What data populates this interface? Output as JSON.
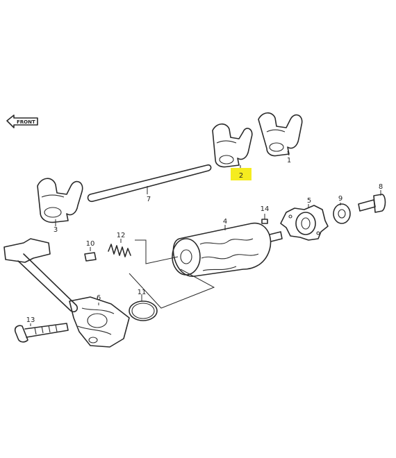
{
  "diagram": {
    "front_label": "FRONT",
    "highlight_color": "#f5ec1f",
    "parts": [
      {
        "id": "1",
        "label": "1"
      },
      {
        "id": "2",
        "label": "2"
      },
      {
        "id": "3",
        "label": "3"
      },
      {
        "id": "4",
        "label": "4"
      },
      {
        "id": "5",
        "label": "5"
      },
      {
        "id": "6",
        "label": "6"
      },
      {
        "id": "7",
        "label": "7"
      },
      {
        "id": "8",
        "label": "8"
      },
      {
        "id": "9",
        "label": "9"
      },
      {
        "id": "10",
        "label": "10"
      },
      {
        "id": "11",
        "label": "11"
      },
      {
        "id": "12",
        "label": "12"
      },
      {
        "id": "13",
        "label": "13"
      },
      {
        "id": "14",
        "label": "14"
      }
    ],
    "highlighted_part": "2"
  }
}
